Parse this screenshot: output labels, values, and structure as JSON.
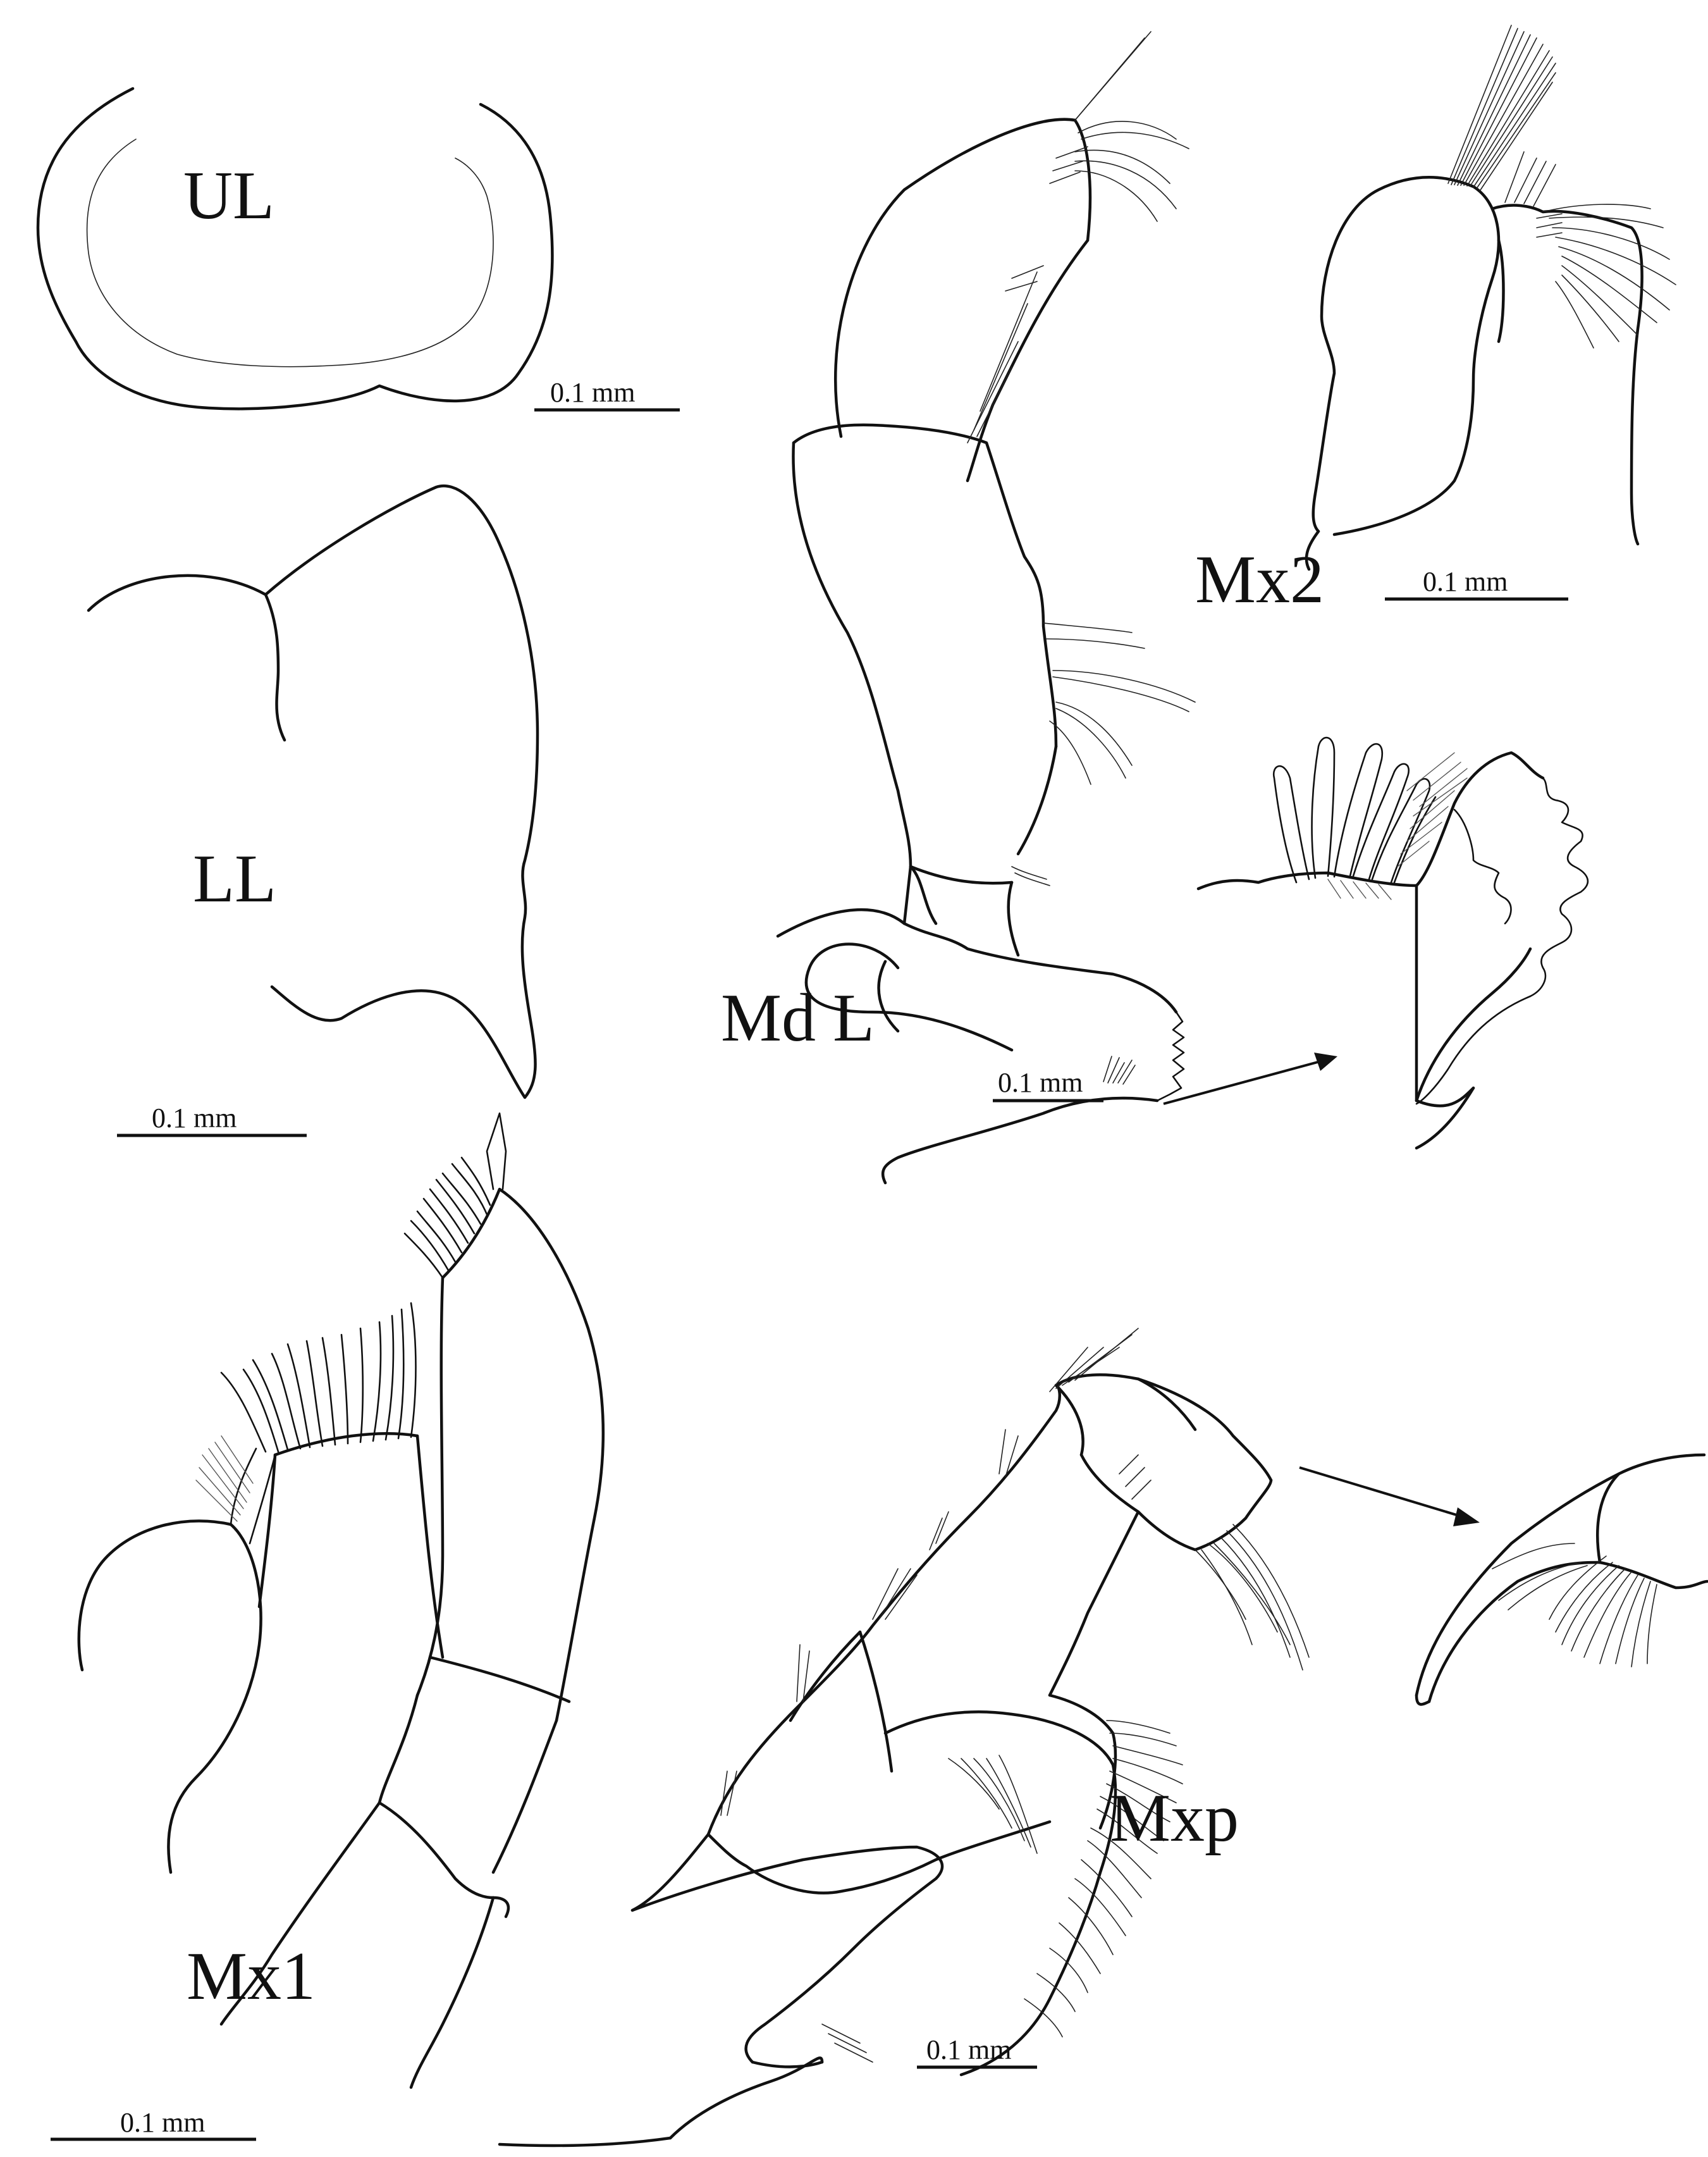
{
  "labels": {
    "ul": "UL",
    "ll": "LL",
    "md": "Md L",
    "mx2": "Mx2",
    "mx1": "Mx1",
    "mxp": "Mxp"
  },
  "scale_bars": {
    "ul": "0.1 mm",
    "ll": "0.1 mm",
    "md": "0.1 mm",
    "mx2": "0.1 mm",
    "mx1": "0.1 mm",
    "mxp": "0.1 mm"
  }
}
